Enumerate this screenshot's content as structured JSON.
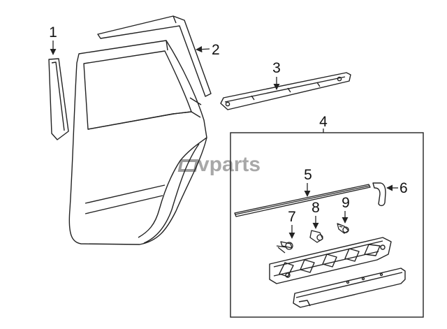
{
  "diagram": {
    "callouts": [
      "1",
      "2",
      "3",
      "4",
      "5",
      "6",
      "7",
      "8",
      "9"
    ],
    "watermark": "vparts"
  },
  "colors": {
    "line": "#222222",
    "watermark": "#9a9a9a",
    "background": "#ffffff"
  }
}
